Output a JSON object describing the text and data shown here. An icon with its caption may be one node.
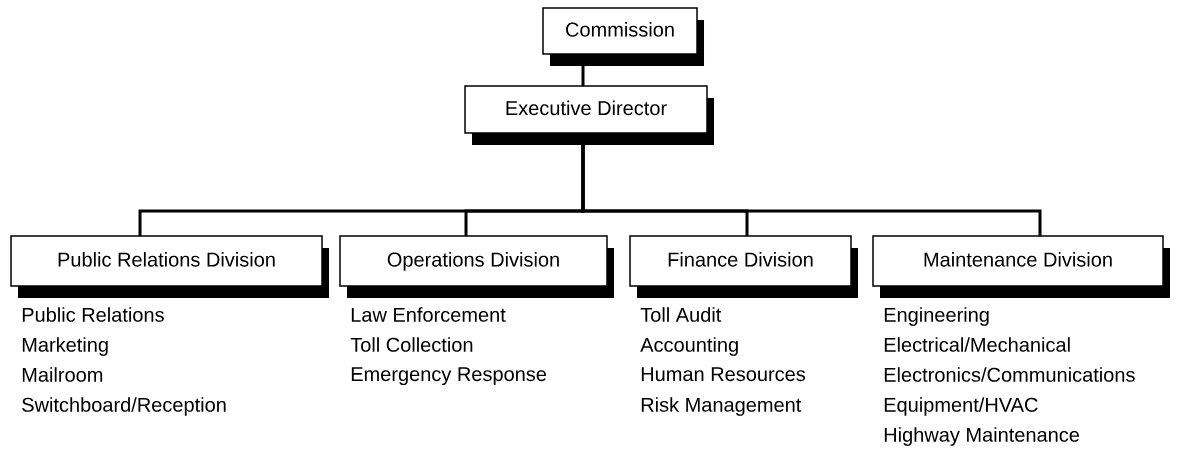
{
  "diagram": {
    "nodes": [
      {
        "text": [
          "Commission"
        ]
      },
      {
        "text": [
          "Executive Director"
        ]
      },
      {
        "text": [
          "Public Relations Division"
        ],
        "beside": [
          "Public Relations",
          "Marketing",
          "Mailroom",
          "Switchboard/Reception"
        ]
      },
      {
        "text": [
          "Operations Division"
        ],
        "beside": [
          "Law Enforcement",
          "Toll Collection",
          "Emergency Response"
        ]
      },
      {
        "text": [
          "Finance Division"
        ],
        "beside": [
          "Toll Audit",
          "Accounting",
          "Human Resources",
          "Risk Management"
        ]
      },
      {
        "text": [
          "Maintenance Division"
        ],
        "beside": [
          "Engineering",
          "Electrical/Mechanical",
          "Electronics/Communications",
          "Equipment/HVAC",
          "Highway Maintenance"
        ]
      }
    ],
    "edges": [
      {
        "from": 0,
        "to": 1,
        "arrow": "none"
      },
      {
        "from": 1,
        "to": 2,
        "arrow": "none"
      },
      {
        "from": 1,
        "to": 3,
        "arrow": "none"
      },
      {
        "from": 1,
        "to": 4,
        "arrow": "none"
      },
      {
        "from": 1,
        "to": 5,
        "arrow": "none"
      }
    ]
  }
}
